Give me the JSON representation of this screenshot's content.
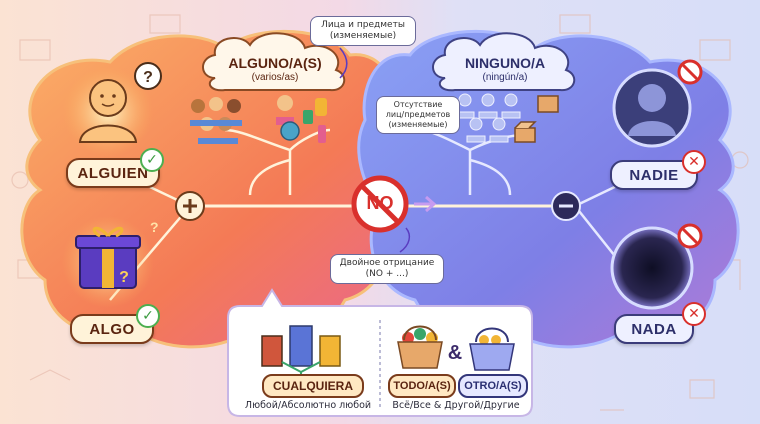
{
  "left": {
    "alguien": "ALGUIEN",
    "algo": "ALGO"
  },
  "cloud_left": {
    "title": "ALGUNO/A(S)",
    "subtitle": "(varios/as)"
  },
  "cloud_right": {
    "title": "NINGUNO/A",
    "subtitle": "(ningún/a)"
  },
  "right": {
    "nadie": "NADIE",
    "nada": "NADA"
  },
  "notes": {
    "people_things": "Лица и предметы\n(изменяемые)",
    "absence": "Отсутствие\nлиц/предметов\n(изменяемые)",
    "double_negation": "Двойное отрицание\n(NO + ...)"
  },
  "center": {
    "no": "NO",
    "plus": "+",
    "minus": "−",
    "ampersand": "&"
  },
  "bottom": {
    "cualquiera": "CUALQUIERA",
    "cualquiera_sub": "Любой/Абсолютно любой",
    "todo": "TODO/A(S)",
    "otro": "OTRO/A(S)",
    "todo_otro_sub": "Всё/Все & Другой/Другие"
  },
  "colors": {
    "warm": "#f6894a",
    "cool": "#7b8cf0",
    "no_red": "#d9302c",
    "check_green": "#4caf50"
  }
}
